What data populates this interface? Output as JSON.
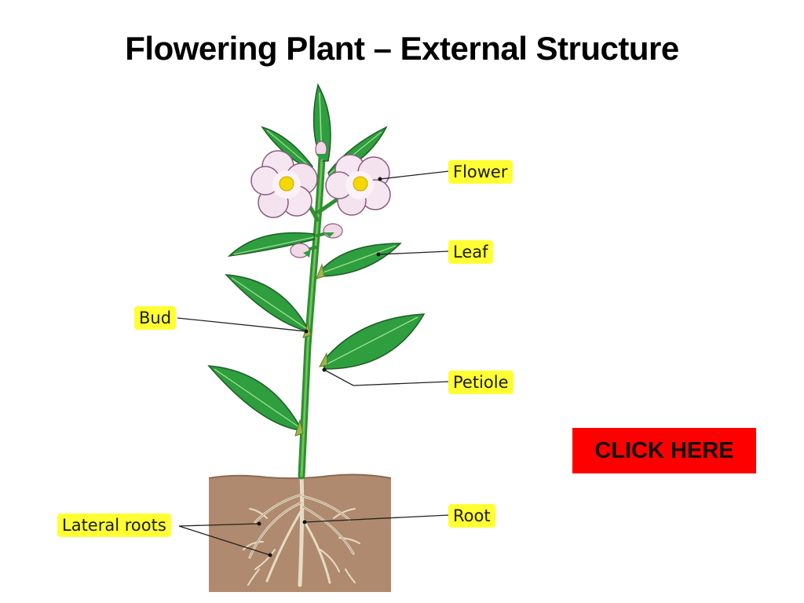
{
  "slide": {
    "title": "Flowering Plant – External Structure"
  },
  "labels": {
    "flower": "Flower",
    "leaf": "Leaf",
    "bud": "Bud",
    "petiole": "Petiole",
    "root": "Root",
    "lateral_roots": "Lateral roots"
  },
  "action": {
    "button_label": "CLICK HERE"
  },
  "colors": {
    "label_background": "#ffff33",
    "button_background": "#ff0000",
    "leaf_green": "#2e9e3e",
    "soil_brown": "#b08a6e"
  }
}
